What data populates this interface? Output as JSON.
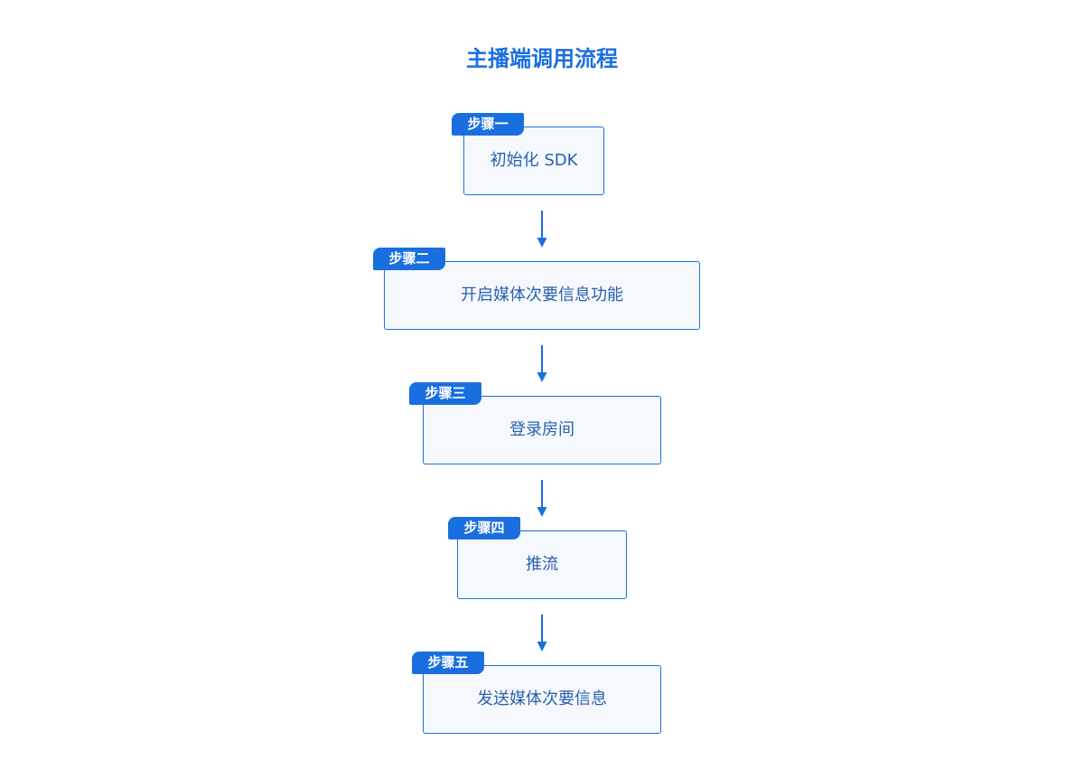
{
  "diagram": {
    "title": "主播端调用流程",
    "steps": [
      {
        "tag": "步骤一",
        "label": "初始化 SDK"
      },
      {
        "tag": "步骤二",
        "label": "开启媒体次要信息功能"
      },
      {
        "tag": "步骤三",
        "label": "登录房间"
      },
      {
        "tag": "步骤四",
        "label": "推流"
      },
      {
        "tag": "步骤五",
        "label": "发送媒体次要信息"
      }
    ],
    "colors": {
      "accent": "#1a6fe0",
      "box_fill": "#f5f9fe",
      "box_text": "#2b5fae"
    }
  }
}
